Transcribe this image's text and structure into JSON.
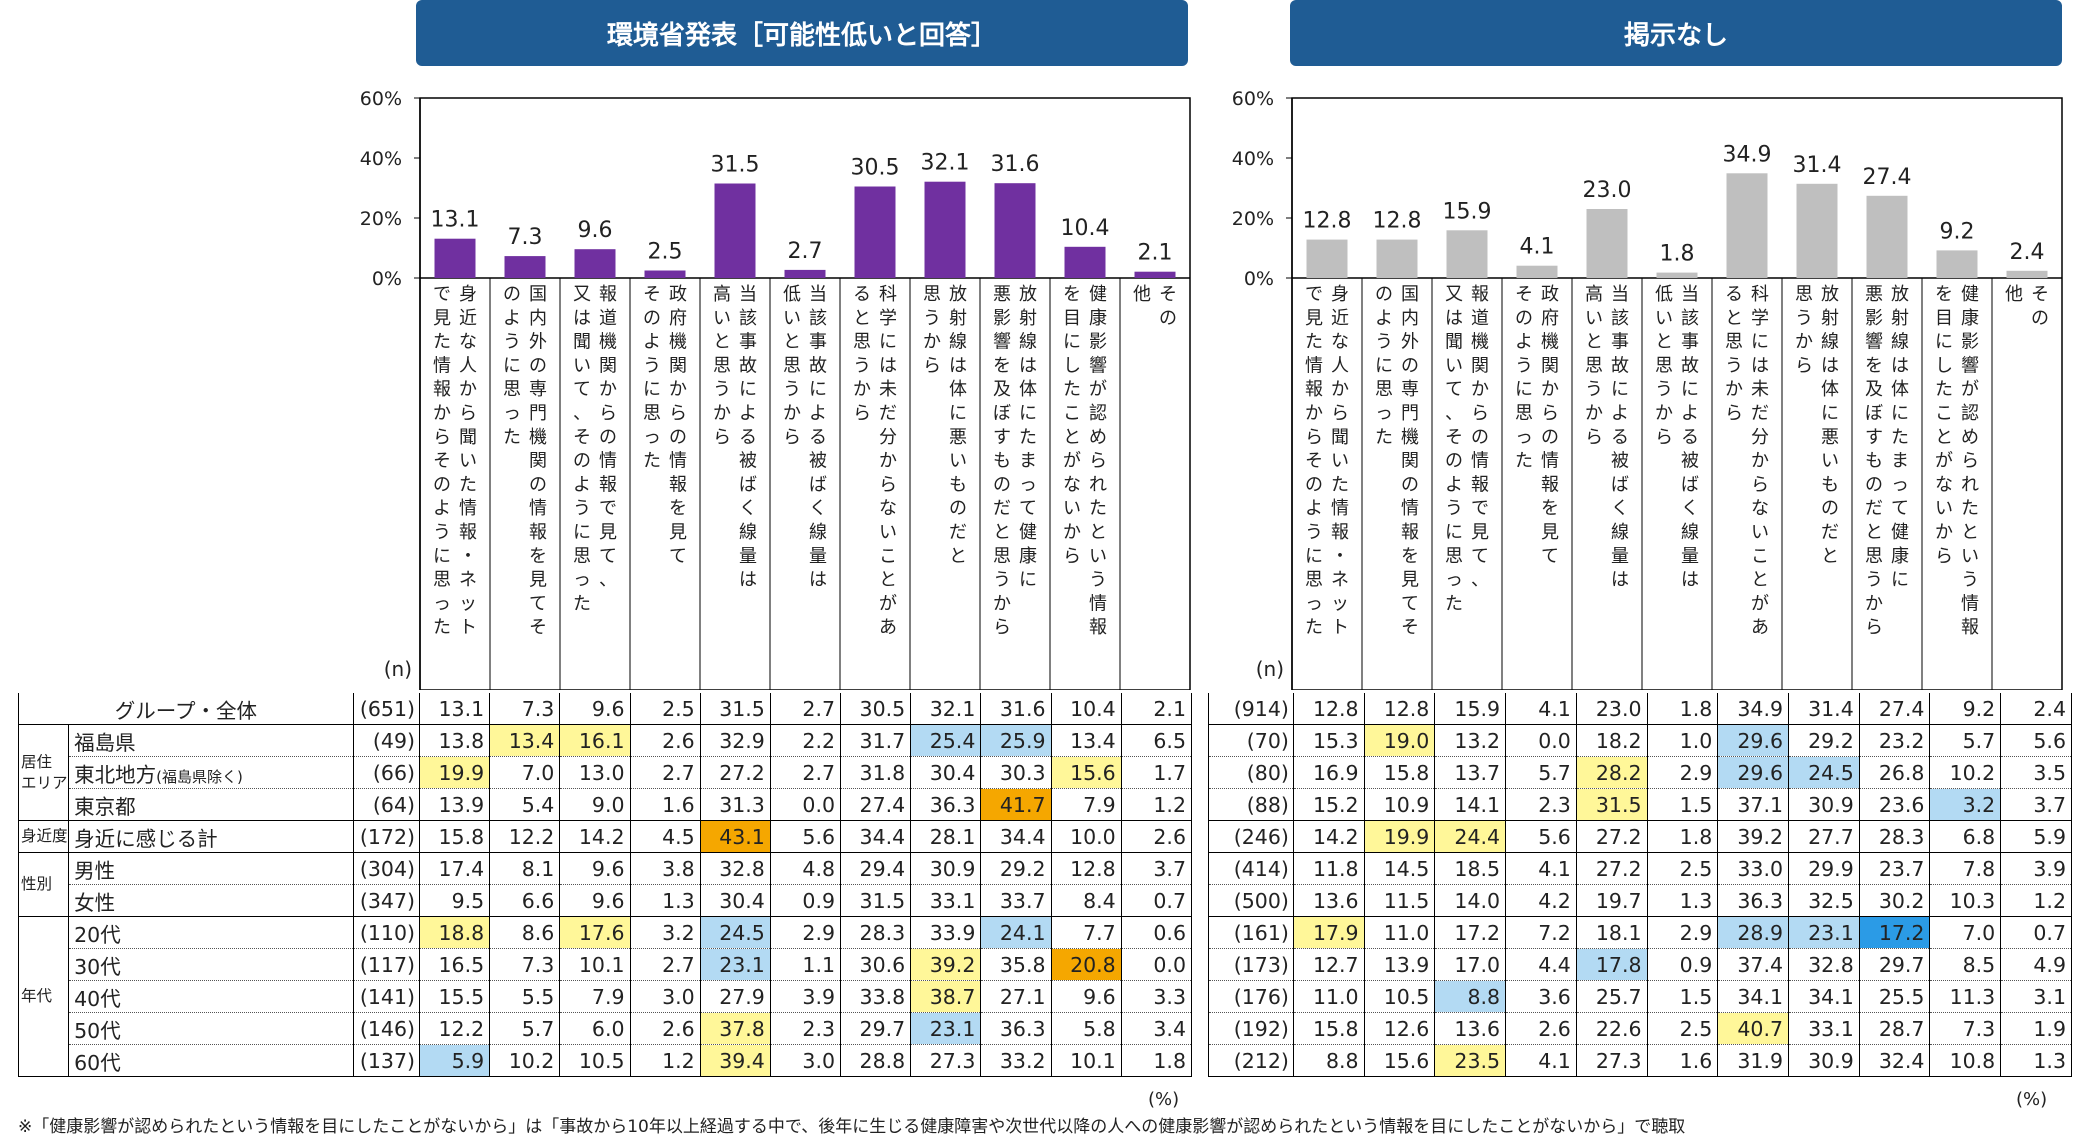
{
  "headers": {
    "left": "環境省発表［可能性低いと回答］",
    "right": "掲示なし"
  },
  "n_label": "(n)",
  "percent_label": "(%)",
  "footnote": "※「健康影響が認められたという情報を目にしたことがないから」は「事故から10年以上経過する中で、後年に生じる健康障害や次世代以降の人への健康影響が認められたという情報を目にしたことがないから」で聴取",
  "colors": {
    "left_bar": "#7030a0",
    "right_bar": "#bfbfbf",
    "header_bg": "#1f5c94",
    "highlight_yellow": "#fff799",
    "highlight_orange": "#f5a700",
    "highlight_light_blue": "#b3daf3",
    "highlight_blue": "#2b9be6"
  },
  "categories": [
    [
      "身近な人から聞いた情報・ネット",
      "で見た情報からそのように思った"
    ],
    [
      "国内外の専門機関の情報を見てそ",
      "のように思った"
    ],
    [
      "報道機関からの情報で見て、",
      "又は聞いて、そのように思った"
    ],
    [
      "政府機関からの情報を見て",
      "そのように思った"
    ],
    [
      "当該事故による被ばく線量は",
      "高いと思うから"
    ],
    [
      "当該事故による被ばく線量は",
      "低いと思うから"
    ],
    [
      "科学には未だ分からないことがあ",
      "ると思うから"
    ],
    [
      "放射線は体に悪いものだと",
      "思うから"
    ],
    [
      "放射線は体にたまって健康に",
      "悪影響を及ぼすものだと思うから"
    ],
    [
      "健康影響が認められたという情報",
      "を目にしたことがないから"
    ],
    [
      "その",
      "他"
    ]
  ],
  "row_groups": [
    {
      "name": "",
      "rows": [
        "グループ・全体"
      ]
    },
    {
      "name": "居住エリア",
      "rows": [
        "福島県",
        "東北地方(福島県除く)",
        "東京都"
      ]
    },
    {
      "name": "身近度",
      "rows": [
        "身近に感じる計"
      ]
    },
    {
      "name": "性別",
      "rows": [
        "男性",
        "女性"
      ]
    },
    {
      "name": "年代",
      "rows": [
        "20代",
        "30代",
        "40代",
        "50代",
        "60代"
      ]
    }
  ],
  "group_labels": {
    "area": "居住エリア",
    "closeness": "身近度",
    "gender": "性別",
    "age": "年代"
  },
  "row_labels": [
    "グループ・全体",
    "福島県",
    "東北地方",
    "(福島県除く)",
    "東京都",
    "身近に感じる計",
    "男性",
    "女性",
    "20代",
    "30代",
    "40代",
    "50代",
    "60代"
  ],
  "chart_data": [
    {
      "type": "bar",
      "title": "環境省発表［可能性低いと回答］",
      "ylim": [
        0,
        60
      ],
      "yticks": [
        "0%",
        "20%",
        "40%",
        "60%"
      ],
      "series": [
        {
          "name": "グループ・全体",
          "values": [
            13.1,
            7.3,
            9.6,
            2.5,
            31.5,
            2.7,
            30.5,
            32.1,
            31.6,
            10.4,
            2.1
          ]
        }
      ],
      "table": {
        "n": [
          "(651)",
          "(49)",
          "(66)",
          "(64)",
          "(172)",
          "(304)",
          "(347)",
          "(110)",
          "(117)",
          "(141)",
          "(146)",
          "(137)"
        ],
        "rows": [
          [
            "13.1",
            "7.3",
            "9.6",
            "2.5",
            "31.5",
            "2.7",
            "30.5",
            "32.1",
            "31.6",
            "10.4",
            "2.1"
          ],
          [
            "13.8",
            "13.4",
            "16.1",
            "2.6",
            "32.9",
            "2.2",
            "31.7",
            "25.4",
            "25.9",
            "13.4",
            "6.5"
          ],
          [
            "19.9",
            "7.0",
            "13.0",
            "2.7",
            "27.2",
            "2.7",
            "31.8",
            "30.4",
            "30.3",
            "15.6",
            "1.7"
          ],
          [
            "13.9",
            "5.4",
            "9.0",
            "1.6",
            "31.3",
            "0.0",
            "27.4",
            "36.3",
            "41.7",
            "7.9",
            "1.2"
          ],
          [
            "15.8",
            "12.2",
            "14.2",
            "4.5",
            "43.1",
            "5.6",
            "34.4",
            "28.1",
            "34.4",
            "10.0",
            "2.6"
          ],
          [
            "17.4",
            "8.1",
            "9.6",
            "3.8",
            "32.8",
            "4.8",
            "29.4",
            "30.9",
            "29.2",
            "12.8",
            "3.7"
          ],
          [
            "9.5",
            "6.6",
            "9.6",
            "1.3",
            "30.4",
            "0.9",
            "31.5",
            "33.1",
            "33.7",
            "8.4",
            "0.7"
          ],
          [
            "18.8",
            "8.6",
            "17.6",
            "3.2",
            "24.5",
            "2.9",
            "28.3",
            "33.9",
            "24.1",
            "7.7",
            "0.6"
          ],
          [
            "16.5",
            "7.3",
            "10.1",
            "2.7",
            "23.1",
            "1.1",
            "30.6",
            "39.2",
            "35.8",
            "20.8",
            "0.0"
          ],
          [
            "15.5",
            "5.5",
            "7.9",
            "3.0",
            "27.9",
            "3.9",
            "33.8",
            "38.7",
            "27.1",
            "9.6",
            "3.3"
          ],
          [
            "12.2",
            "5.7",
            "6.0",
            "2.6",
            "37.8",
            "2.3",
            "29.7",
            "23.1",
            "36.3",
            "5.8",
            "3.4"
          ],
          [
            "5.9",
            "10.2",
            "10.5",
            "1.2",
            "39.4",
            "3.0",
            "28.8",
            "27.3",
            "33.2",
            "10.1",
            "1.8"
          ]
        ],
        "highlights": [
          [],
          [
            [
              1,
              "y"
            ],
            [
              2,
              "y"
            ],
            [
              7,
              "b"
            ],
            [
              8,
              "b"
            ]
          ],
          [
            [
              0,
              "y"
            ],
            [
              9,
              "y"
            ]
          ],
          [
            [
              8,
              "o"
            ]
          ],
          [
            [
              4,
              "o"
            ]
          ],
          [],
          [],
          [
            [
              0,
              "y"
            ],
            [
              2,
              "y"
            ],
            [
              4,
              "b"
            ],
            [
              8,
              "b"
            ]
          ],
          [
            [
              4,
              "b"
            ],
            [
              7,
              "y"
            ],
            [
              9,
              "o"
            ]
          ],
          [
            [
              7,
              "y"
            ]
          ],
          [
            [
              4,
              "y"
            ],
            [
              7,
              "b"
            ]
          ],
          [
            [
              0,
              "b"
            ],
            [
              4,
              "y"
            ]
          ]
        ]
      }
    },
    {
      "type": "bar",
      "title": "掲示なし",
      "ylim": [
        0,
        60
      ],
      "yticks": [
        "0%",
        "20%",
        "40%",
        "60%"
      ],
      "series": [
        {
          "name": "グループ・全体",
          "values": [
            12.8,
            12.8,
            15.9,
            4.1,
            23.0,
            1.8,
            34.9,
            31.4,
            27.4,
            9.2,
            2.4
          ]
        }
      ],
      "table": {
        "n": [
          "(914)",
          "(70)",
          "(80)",
          "(88)",
          "(246)",
          "(414)",
          "(500)",
          "(161)",
          "(173)",
          "(176)",
          "(192)",
          "(212)"
        ],
        "rows": [
          [
            "12.8",
            "12.8",
            "15.9",
            "4.1",
            "23.0",
            "1.8",
            "34.9",
            "31.4",
            "27.4",
            "9.2",
            "2.4"
          ],
          [
            "15.3",
            "19.0",
            "13.2",
            "0.0",
            "18.2",
            "1.0",
            "29.6",
            "29.2",
            "23.2",
            "5.7",
            "5.6"
          ],
          [
            "16.9",
            "15.8",
            "13.7",
            "5.7",
            "28.2",
            "2.9",
            "29.6",
            "24.5",
            "26.8",
            "10.2",
            "3.5"
          ],
          [
            "15.2",
            "10.9",
            "14.1",
            "2.3",
            "31.5",
            "1.5",
            "37.1",
            "30.9",
            "23.6",
            "3.2",
            "3.7"
          ],
          [
            "14.2",
            "19.9",
            "24.4",
            "5.6",
            "27.2",
            "1.8",
            "39.2",
            "27.7",
            "28.3",
            "6.8",
            "5.9"
          ],
          [
            "11.8",
            "14.5",
            "18.5",
            "4.1",
            "27.2",
            "2.5",
            "33.0",
            "29.9",
            "23.7",
            "7.8",
            "3.9"
          ],
          [
            "13.6",
            "11.5",
            "14.0",
            "4.2",
            "19.7",
            "1.3",
            "36.3",
            "32.5",
            "30.2",
            "10.3",
            "1.2"
          ],
          [
            "17.9",
            "11.0",
            "17.2",
            "7.2",
            "18.1",
            "2.9",
            "28.9",
            "23.1",
            "17.2",
            "7.0",
            "0.7"
          ],
          [
            "12.7",
            "13.9",
            "17.0",
            "4.4",
            "17.8",
            "0.9",
            "37.4",
            "32.8",
            "29.7",
            "8.5",
            "4.9"
          ],
          [
            "11.0",
            "10.5",
            "8.8",
            "3.6",
            "25.7",
            "1.5",
            "34.1",
            "34.1",
            "25.5",
            "11.3",
            "3.1"
          ],
          [
            "15.8",
            "12.6",
            "13.6",
            "2.6",
            "22.6",
            "2.5",
            "40.7",
            "33.1",
            "28.7",
            "7.3",
            "1.9"
          ],
          [
            "8.8",
            "15.6",
            "23.5",
            "4.1",
            "27.3",
            "1.6",
            "31.9",
            "30.9",
            "32.4",
            "10.8",
            "1.3"
          ]
        ],
        "highlights": [
          [],
          [
            [
              1,
              "y"
            ],
            [
              6,
              "b"
            ]
          ],
          [
            [
              4,
              "y"
            ],
            [
              6,
              "b"
            ],
            [
              7,
              "b"
            ]
          ],
          [
            [
              4,
              "y"
            ],
            [
              9,
              "b"
            ]
          ],
          [
            [
              1,
              "y"
            ],
            [
              2,
              "y"
            ]
          ],
          [],
          [],
          [
            [
              0,
              "y"
            ],
            [
              6,
              "b"
            ],
            [
              7,
              "b"
            ],
            [
              8,
              "db"
            ]
          ],
          [
            [
              4,
              "b"
            ]
          ],
          [
            [
              2,
              "b"
            ]
          ],
          [
            [
              6,
              "y"
            ]
          ],
          [
            [
              2,
              "y"
            ]
          ]
        ]
      }
    }
  ]
}
